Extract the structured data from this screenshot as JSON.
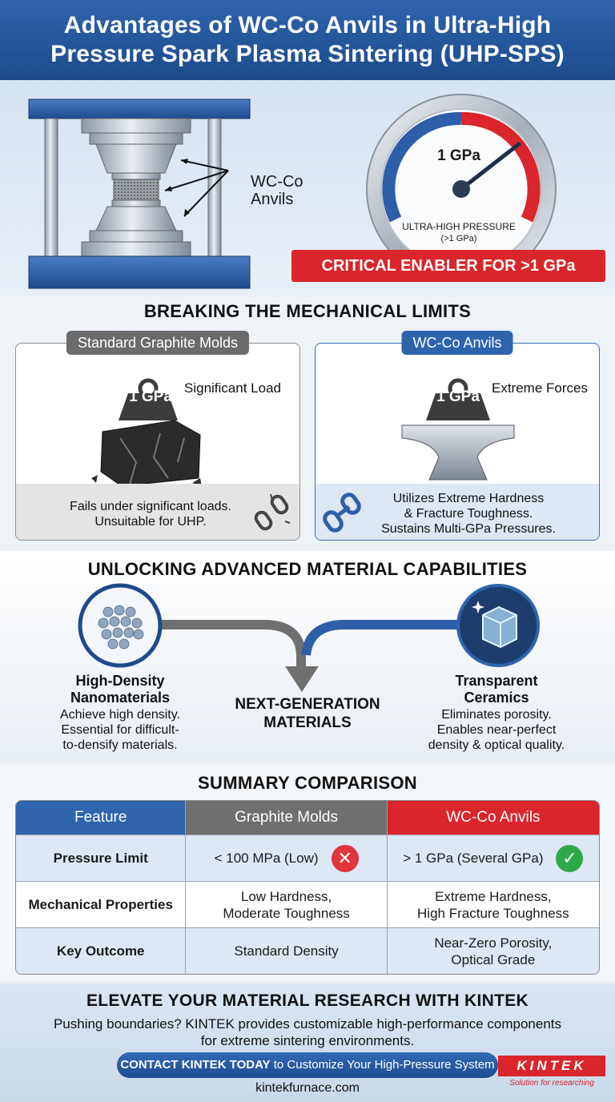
{
  "header": {
    "title_line1": "Advantages of WC-Co Anvils in Ultra-High",
    "title_line2": "Pressure Spark Plasma Sintering (UHP-SPS)"
  },
  "hero": {
    "anvil_label_line1": "WC-Co",
    "anvil_label_line2": "Anvils",
    "gauge_value": "1 GPa",
    "gauge_caption": "ULTRA-HIGH PRESSURE",
    "gauge_subcaption": "(>1 GPa)",
    "banner": "CRITICAL ENABLER FOR >1 GPa"
  },
  "limits": {
    "title": "BREAKING THE MECHANICAL LIMITS",
    "graphite": {
      "tag": "Standard Graphite Molds",
      "weight_label": "1 GPa",
      "load_label": "Significant Load",
      "foot_line1": "Fails under significant loads.",
      "foot_line2": "Unsuitable for UHP."
    },
    "wcco": {
      "tag": "WC-Co Anvils",
      "weight_label": "1 GPa",
      "load_label": "Extreme Forces",
      "foot_line1": "Utilizes Extreme Hardness",
      "foot_line2": "& Fracture Toughness.",
      "foot_line3": "Sustains Multi-GPa Pressures."
    }
  },
  "capabilities": {
    "title": "UNLOCKING ADVANCED MATERIAL CAPABILITIES",
    "left_title_line1": "High-Density",
    "left_title_line2": "Nanomaterials",
    "left_desc_line1": "Achieve high density.",
    "left_desc_line2": "Essential for difficult-",
    "left_desc_line3": "to-densify materials.",
    "center_line1": "NEXT-GENERATION",
    "center_line2": "MATERIALS",
    "right_title_line1": "Transparent",
    "right_title_line2": "Ceramics",
    "right_desc_line1": "Eliminates porosity.",
    "right_desc_line2": "Enables near-perfect",
    "right_desc_line3": "density & optical quality."
  },
  "summary": {
    "title": "SUMMARY COMPARISON",
    "headers": [
      "Feature",
      "Graphite Molds",
      "WC-Co Anvils"
    ],
    "rows": [
      {
        "feature": "Pressure Limit",
        "graphite": "< 100 MPa (Low)",
        "graphite2": "",
        "wcco": "> 1 GPa (Several GPa)",
        "wcco2": ""
      },
      {
        "feature": "Mechanical Properties",
        "graphite": "Low Hardness,",
        "graphite2": "Moderate Toughness",
        "wcco": "Extreme Hardness,",
        "wcco2": "High Fracture Toughness"
      },
      {
        "feature": "Key Outcome",
        "graphite": "Standard Density",
        "graphite2": "",
        "wcco": "Near-Zero Porosity,",
        "wcco2": "Optical Grade"
      }
    ],
    "header_colors": {
      "feature": "#2f64ad",
      "graphite": "#6f6f6f",
      "wcco": "#d9252b"
    }
  },
  "cta": {
    "title": "ELEVATE YOUR MATERIAL RESEARCH WITH KINTEK",
    "body_line1": "Pushing boundaries? KINTEK provides customizable high-performance components",
    "body_line2": "for extreme sintering environments.",
    "button_bold": "CONTACT KINTEK TODAY",
    "button_rest": " to Customize Your High-Pressure System",
    "brand_name": "KINTEK",
    "brand_tagline": "Solution for researching",
    "website": "kintekfurnace.com"
  },
  "colors": {
    "brand_blue": "#2f64ad",
    "accent_red": "#d9252b",
    "ok_green": "#2fa84a"
  }
}
